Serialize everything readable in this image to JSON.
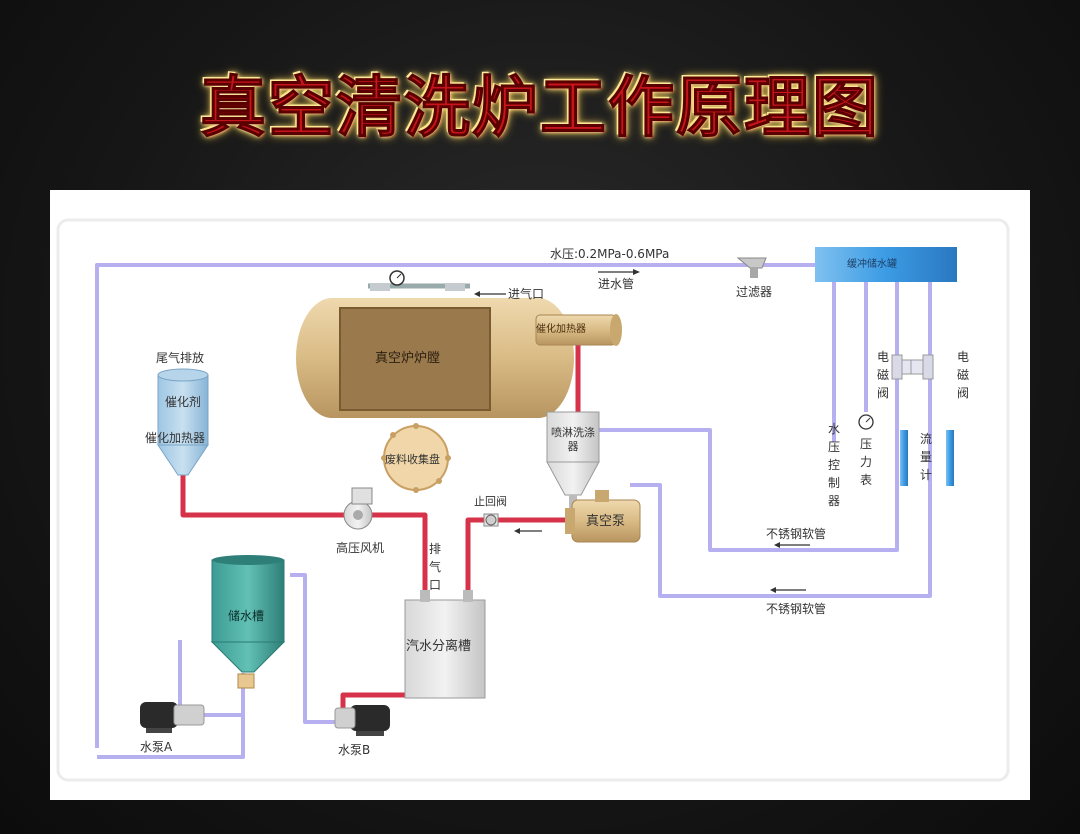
{
  "title": "真空清洗炉工作原理图",
  "colors": {
    "water_line": "#b7b0f0",
    "gas_line": "#d6324a",
    "tank_blue": "#3b9be4",
    "vessel": "#dcc08f",
    "panel_bg": "#ffffff"
  },
  "labels": {
    "water_pressure": "水压:0.2MPa-0.6MPa",
    "inlet_pipe": "进水管",
    "filter": "过滤器",
    "buffer_tank": "缓冲储水罐",
    "gas_inlet": "进气口",
    "vacuum_chamber": "真空炉炉膛",
    "catalytic_heater_small": "催化加热器",
    "exhaust": "尾气排放",
    "catalyst": "催化剂",
    "catalytic_heater": "催化加热器",
    "waste_tray": "废料收集盘",
    "spray_washer": "喷淋洗涤器",
    "vacuum_pump": "真空泵",
    "check_valve": "止回阀",
    "high_pressure_fan": "高压风机",
    "exhaust_port": "排气口",
    "steam_water_separator": "汽水分离槽",
    "water_tank": "储水槽",
    "pump_a": "水泵A",
    "pump_b": "水泵B",
    "water_pressure_controller": "水压控制器",
    "pressure_gauge": "压力表",
    "flow_meter": "流量计",
    "solenoid_valve_1": "电磁阀",
    "solenoid_valve_2": "电磁阀",
    "stainless_hose_1": "不锈钢软管",
    "stainless_hose_2": "不锈钢软管"
  }
}
